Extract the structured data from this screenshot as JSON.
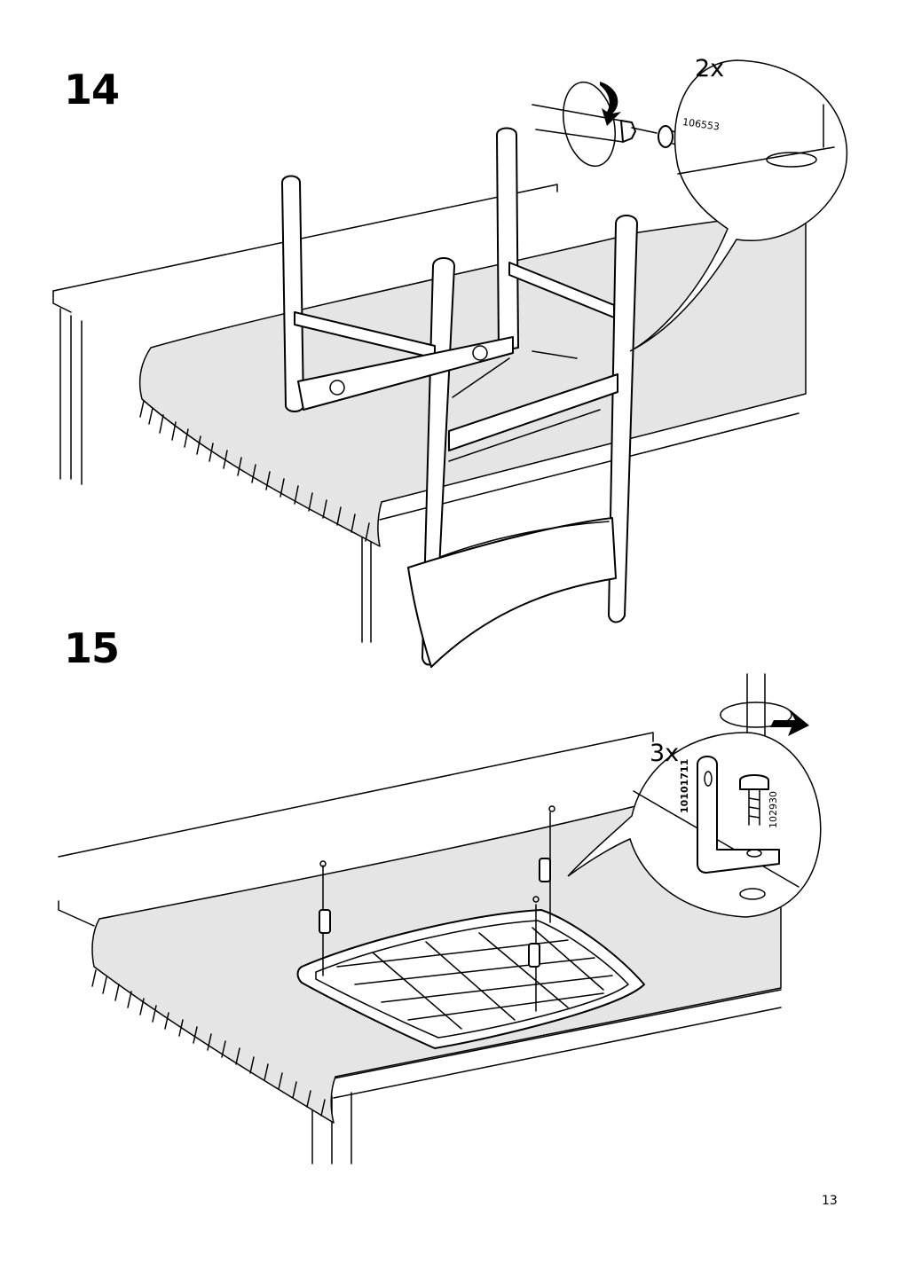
{
  "steps": [
    {
      "number": "14",
      "quantity": "2x",
      "parts": [
        "106553"
      ]
    },
    {
      "number": "15",
      "quantity": "3x",
      "parts": [
        "10101711",
        "102930"
      ]
    }
  ],
  "page": {
    "number": "13"
  },
  "icons": {
    "step14_tool": "screwdriver-icon",
    "step14_rotation": "clockwise-arrow-icon",
    "step15_tool": "screwdriver-icon",
    "step15_rotation": "clockwise-arrow-icon"
  }
}
